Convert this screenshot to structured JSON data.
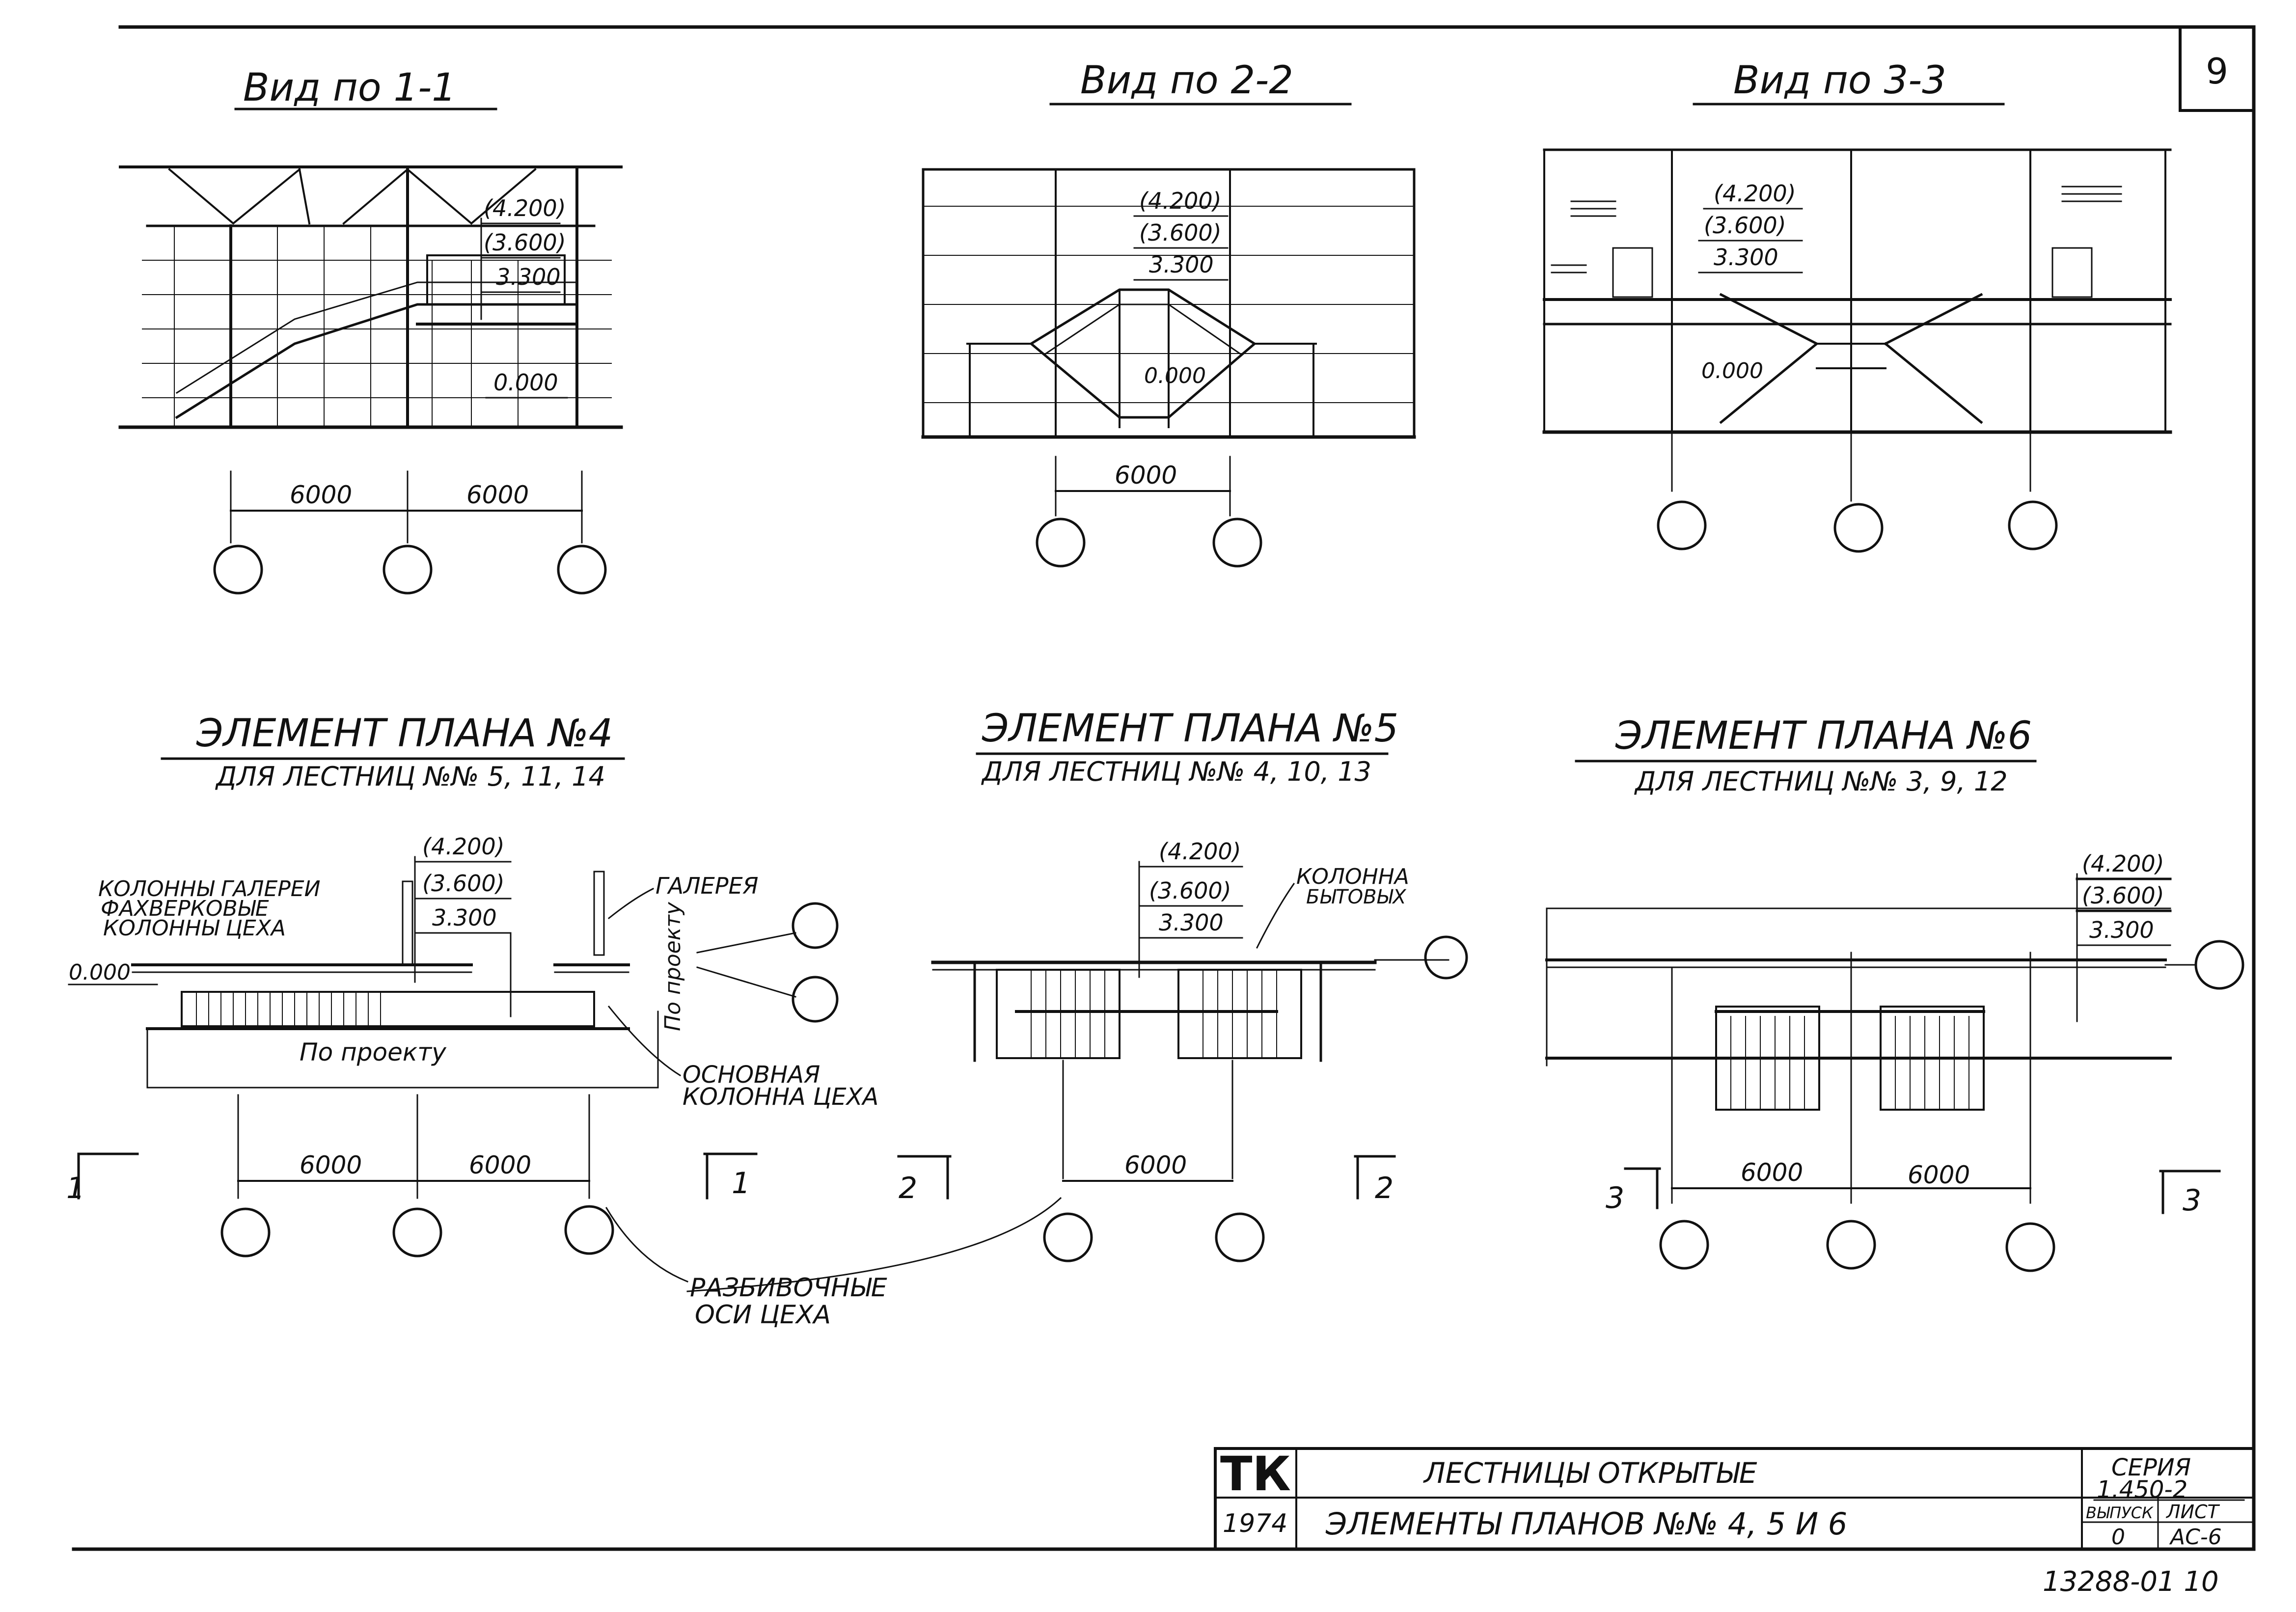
{
  "sheet_number": "9",
  "views": [
    {
      "title": "Вид по 1-1",
      "levels": [
        "(4.200)",
        "(3.600)",
        "3.300",
        "0.000"
      ],
      "dims": [
        "6000",
        "6000"
      ]
    },
    {
      "title": "Вид по 2-2",
      "levels": [
        "(4.200)",
        "(3.600)",
        "3.300",
        "0.000"
      ],
      "dims": [
        "6000"
      ]
    },
    {
      "title": "Вид по 3-3",
      "levels": [
        "(4.200)",
        "(3.600)",
        "3.300",
        "0.000"
      ],
      "dims": []
    }
  ],
  "plans": [
    {
      "title": "ЭЛЕМЕНТ ПЛАНА №4",
      "subtitle": "ДЛЯ ЛЕСТНИЦ №№ 5, 11, 14",
      "levels": [
        "(4.200)",
        "(3.600)",
        "3.300",
        "0.000"
      ],
      "dims": [
        "6000",
        "6000"
      ],
      "section_marks": [
        "1",
        "1"
      ]
    },
    {
      "title": "ЭЛЕМЕНТ ПЛАНА №5",
      "subtitle": "ДЛЯ ЛЕСТНИЦ №№ 4, 10, 13",
      "levels": [
        "(4.200)",
        "(3.600)",
        "3.300"
      ],
      "dims": [
        "6000"
      ],
      "section_marks": [
        "2",
        "2"
      ]
    },
    {
      "title": "ЭЛЕМЕНТ ПЛАНА №6",
      "subtitle": "ДЛЯ ЛЕСТНИЦ №№ 3, 9, 12",
      "levels": [
        "(4.200)",
        "(3.600)",
        "3.300"
      ],
      "dims": [
        "6000",
        "6000"
      ],
      "section_marks": [
        "3",
        "3"
      ]
    }
  ],
  "annotations": {
    "gallery_columns": "КОЛОННЫ ГАЛЕРЕИ",
    "facade_columns": "ФАХВЕРКОВЫЕ",
    "facade_columns_2": "КОЛОННЫ ЦЕХА",
    "gallery": "ГАЛЕРЕЯ",
    "by_project_h": "По проекту",
    "by_project_v": "По проекту",
    "main_column": "ОСНОВНАЯ",
    "main_column_2": "КОЛОННА ЦЕХА",
    "layout_axes": "РАЗБИВОЧНЫЕ",
    "layout_axes_2": "ОСИ ЦЕХА",
    "amenity_column": "КОЛОННА",
    "amenity_column_2": "БЫТОВЫХ"
  },
  "title_block": {
    "logo": "ТК",
    "year": "1974",
    "title_line1": "ЛЕСТНИЦЫ ОТКРЫТЫЕ",
    "title_line2": "ЭЛЕМЕНТЫ ПЛАНОВ №№ 4, 5 И 6",
    "series_label": "СЕРИЯ",
    "series_value": "1.450-2",
    "issue_label": "ВЫПУСК",
    "issue_value": "0",
    "sheet_label": "ЛИСТ",
    "sheet_value": "АС-6"
  },
  "drawing_code": "13288-01 10"
}
